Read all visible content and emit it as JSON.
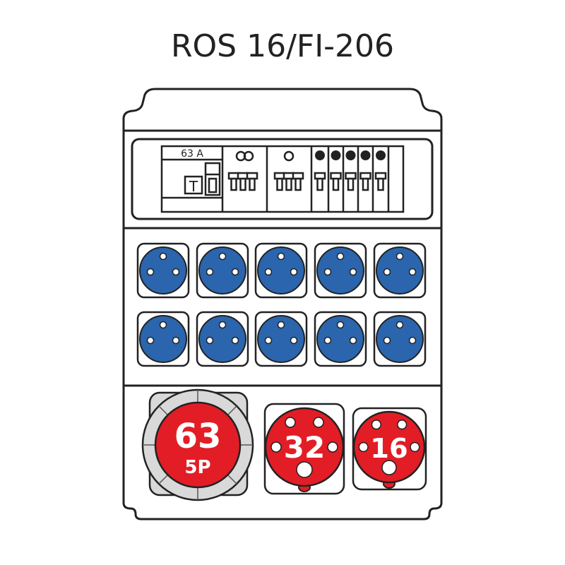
{
  "title": "ROS 16/FI-206",
  "breaker_panel": {
    "rcd_rating": "63 A",
    "rcd_test_button": "T"
  },
  "schuko_sockets": {
    "rows": 2,
    "per_row": 5
  },
  "cee_sockets": [
    {
      "rating": "63",
      "poles": "5P"
    },
    {
      "rating": "32"
    },
    {
      "rating": "16"
    }
  ],
  "colors": {
    "blue": "#2b65ad",
    "red": "#e21d26",
    "gray": "#d9d9d9",
    "line": "#222222"
  }
}
